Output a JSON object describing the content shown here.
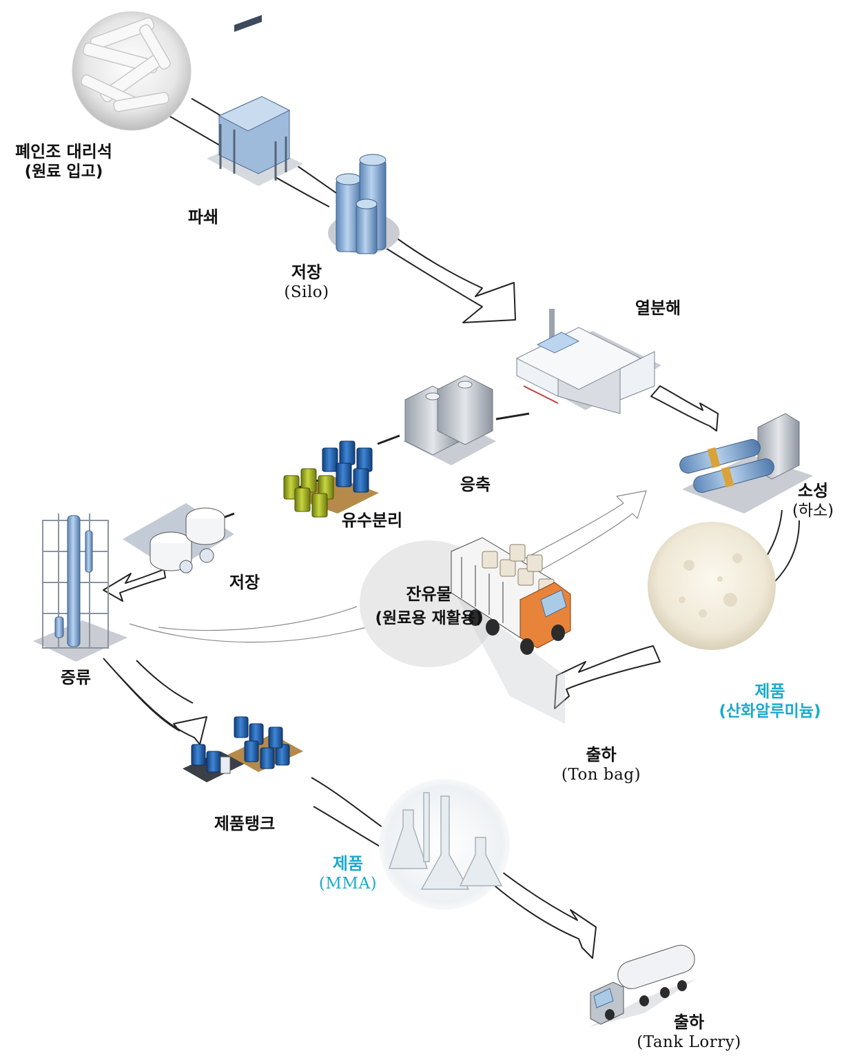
{
  "labels": {
    "raw_material": {
      "main": "폐인조 대리석",
      "sub": "(원료 입고)"
    },
    "crushing": {
      "main": "파쇄"
    },
    "silo_storage": {
      "main": "저장",
      "sub": "(Silo)"
    },
    "pyrolysis": {
      "main": "열분해"
    },
    "condensation": {
      "main": "응축"
    },
    "oil_water_separation": {
      "main": "유수분리"
    },
    "storage": {
      "main": "저장"
    },
    "calcination": {
      "main": "소성",
      "sub": "(하소)"
    },
    "residue": {
      "main": "잔유물",
      "sub": "(원료용 재활용)"
    },
    "distillation": {
      "main": "증류"
    },
    "product_alumina": {
      "main": "제품",
      "sub": "(산화알루미늄)"
    },
    "shipment_tonbag": {
      "main": "출하",
      "sub": "(Ton bag)"
    },
    "product_tank": {
      "main": "제품탱크"
    },
    "product_mma": {
      "main": "제품",
      "sub": "(MMA)"
    },
    "shipment_lorry": {
      "main": "출하",
      "sub": "(Tank Lorry)"
    }
  },
  "colors": {
    "accent_cyan": "#1aa9cc",
    "equipment_blue": "#8fb3d9",
    "barrel_blue": "#1f5fa8",
    "barrel_yellow": "#a8b81e",
    "truck_orange": "#e8843a",
    "ground_gray": "#c9ccd2"
  }
}
